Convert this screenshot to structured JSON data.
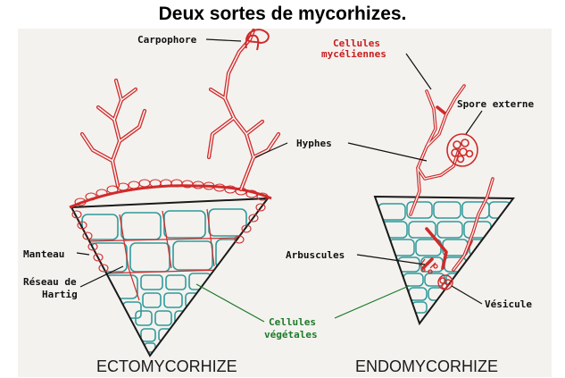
{
  "title": "Deux sortes de mycorhizes.",
  "labels": {
    "carpophore": "Carpophore",
    "cellules_myceliennes_1": "Cellules",
    "cellules_myceliennes_2": "mycéliennes",
    "spore_externe": "Spore externe",
    "hyphes": "Hyphes",
    "manteau": "Manteau",
    "arbuscules": "Arbuscules",
    "reseau_1": "Réseau de",
    "reseau_2": "Hartig",
    "cellules_vegetales_1": "Cellules",
    "cellules_vegetales_2": "végétales",
    "vesicule": "Vésicule"
  },
  "captions": {
    "ecto": "ECTOMYCORHIZE",
    "endo": "ENDOMYCORHIZE"
  },
  "colors": {
    "fungus": "#d02a2a",
    "plant": "#2f9a9a",
    "label_black": "#111111",
    "label_red": "#c81e1e",
    "label_green": "#1d7a2a"
  }
}
